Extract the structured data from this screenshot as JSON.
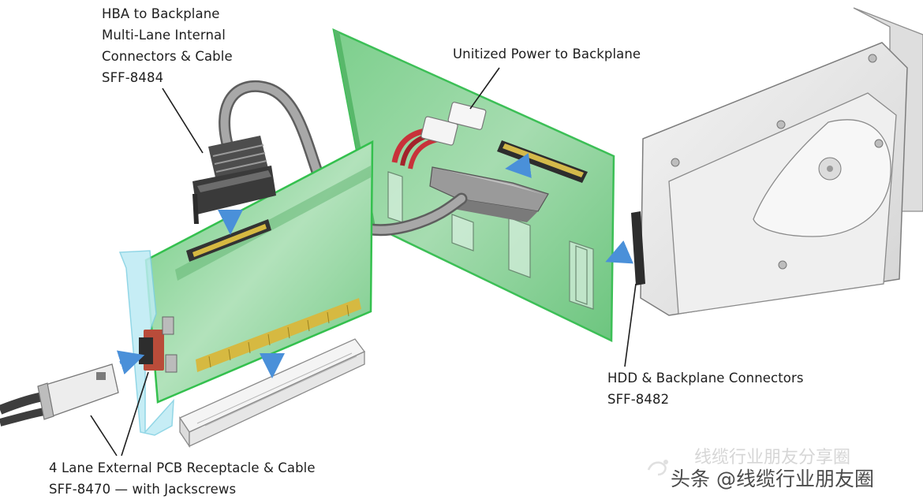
{
  "labels": {
    "hba_backplane": [
      "HBA to Backplane",
      "Multi-Lane Internal",
      "Connectors & Cable",
      "SFF-8484"
    ],
    "unitized_power": [
      "Unitized Power to Backplane"
    ],
    "hdd_backplane": [
      "HDD & Backplane Connectors",
      "SFF-8482"
    ],
    "external_receptacle": [
      "4 Lane External PCB Receptacle & Cable",
      "SFF-8470 — with Jackscrews"
    ]
  },
  "watermark": {
    "faint_text": "线缆行业朋友分享圈",
    "main_text": "头条 @线缆行业朋友圈"
  },
  "colors": {
    "pcb_green": "#8fd39f",
    "pcb_edge": "#2fb84a",
    "gold": "#c9b13a",
    "arrow_blue": "#4a90d9",
    "cable_gray": "#8a8a8a",
    "power_red": "#c8323a",
    "bracket_cyan": "#a8e4f0"
  }
}
